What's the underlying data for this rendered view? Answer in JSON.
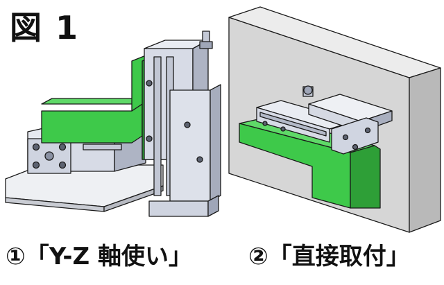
{
  "figure": {
    "title": "図 1"
  },
  "captions": {
    "left": "①「Y-Z 軸使い」",
    "right": "②「直接取付」"
  },
  "colors": {
    "bracket_green": "#3ec94a",
    "bracket_green_dark": "#2e9f37",
    "aluminum": "#d7dbe6",
    "aluminum_dark": "#9fa6b8",
    "base_plate": "#eef0f3",
    "wall": "#d6d6d6",
    "outline": "#1a1a1a"
  }
}
